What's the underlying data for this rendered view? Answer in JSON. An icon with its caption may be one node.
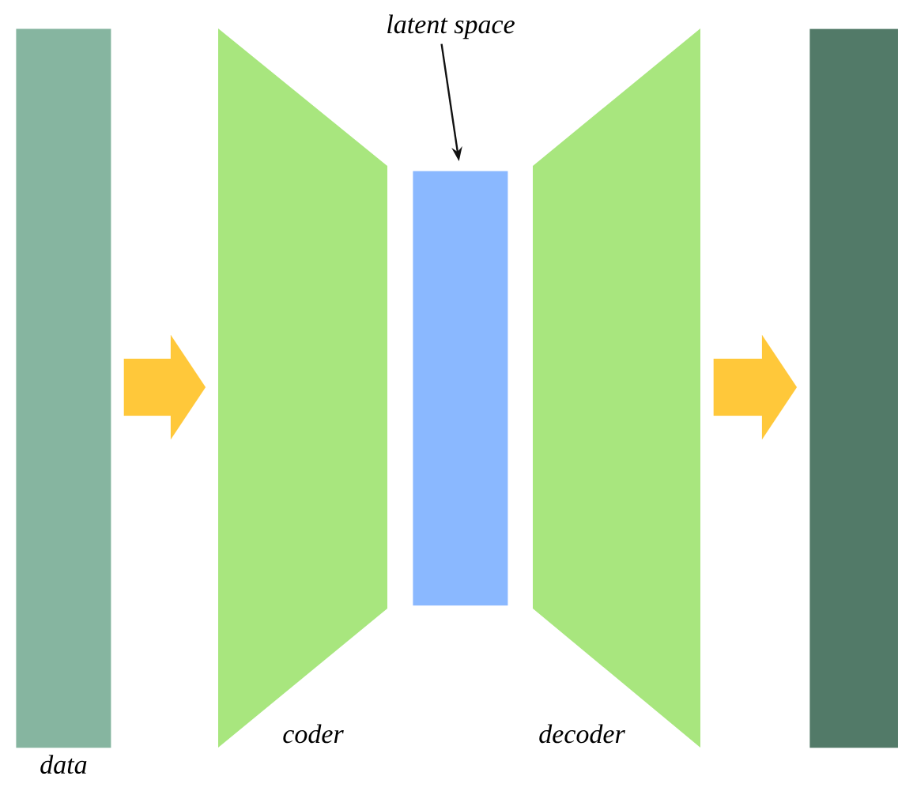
{
  "diagram": {
    "nodes": [
      {
        "text": [
          "data"
        ]
      },
      {
        "text": [
          "coder"
        ]
      },
      {
        "text": [
          "latent space"
        ]
      },
      {
        "text": [],
        "shape": "bar"
      },
      {
        "text": [
          "decoder"
        ]
      },
      {
        "text": [],
        "shape": "bar"
      }
    ],
    "edges": [
      {
        "from": 0,
        "to": 1,
        "arrow": "to"
      },
      {
        "from": 2,
        "to": 3,
        "arrow": "to",
        "color": "#111111"
      },
      {
        "from": 4,
        "to": 5,
        "arrow": "to"
      }
    ]
  }
}
